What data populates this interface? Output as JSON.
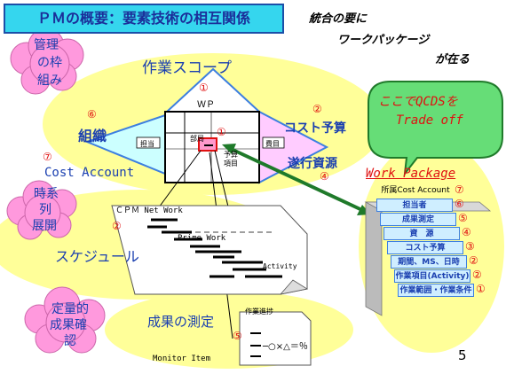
{
  "title": "ＰＭの概要：要素技術の相互関係",
  "tagline": [
    "統合の要に",
    "ワークパッケージ",
    "が在る"
  ],
  "clouds": {
    "management": [
      "管理",
      "の枠",
      "組み"
    ],
    "timeseries": [
      "時系",
      "列",
      "展開"
    ],
    "measurement": [
      "定量的",
      "成果確",
      "認"
    ]
  },
  "labels": {
    "scope": "作業スコープ",
    "org": "組織",
    "cost_budget": "コスト予算",
    "resources": "遂行資源",
    "cost_account": "Cost Account",
    "schedule": "スケジュール",
    "measure": "成果の測定",
    "wp": "ＷＰ",
    "cpm": "ＣＰＭ Net Work",
    "prime_work": "Prime Work",
    "activity": "Activity",
    "progress": "作業進捗",
    "progress_marks": "─○×△＝％",
    "monitor": "Monitor Item",
    "small_left": "担当",
    "small_org": "部局",
    "small_right": "費目",
    "small_yosan": "予算",
    "small_koumoku": "項目",
    "bubble": [
      "ここでQCDSを",
      "Trade off"
    ],
    "page_number": "5"
  },
  "nums": {
    "scope": "①",
    "org": "⑥",
    "cost": "②",
    "resources": "④",
    "cost_account": "⑦",
    "schedule": "②",
    "measure": "⑤",
    "inner": "①"
  },
  "work_package": {
    "title": "Work Package",
    "layers": [
      {
        "text": "所属Cost Account",
        "num": "⑦"
      },
      {
        "text": "担当者",
        "num": "⑥"
      },
      {
        "text": "成果測定",
        "num": "⑤"
      },
      {
        "text": "資　源",
        "num": "④"
      },
      {
        "text": "コスト予算",
        "num": "③"
      },
      {
        "text": "期間、MS、日時",
        "num": "②"
      },
      {
        "text": "作業項目(Activity)",
        "num": "②"
      },
      {
        "text": "作業範囲・作業条件",
        "num": "①"
      }
    ]
  }
}
